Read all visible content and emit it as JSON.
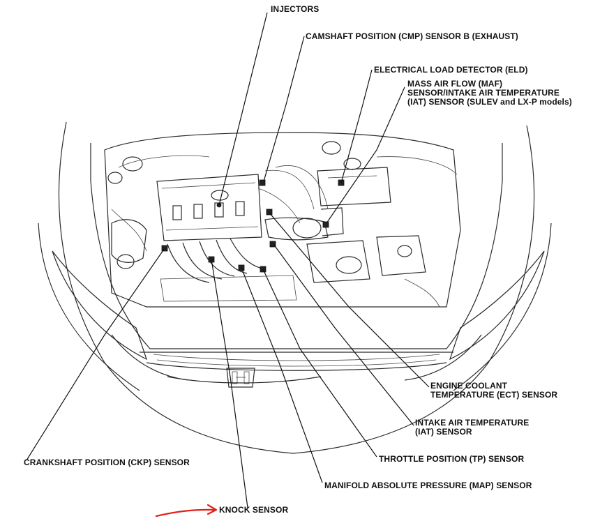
{
  "labels": {
    "injectors": "INJECTORS",
    "cmp": "CAMSHAFT POSITION (CMP) SENSOR B (EXHAUST)",
    "eld": "ELECTRICAL LOAD DETECTOR (ELD)",
    "maf_line1": "MASS AIR FLOW (MAF)",
    "maf_line2": "SENSOR/INTAKE AIR TEMPERATURE",
    "maf_line3": "(IAT) SENSOR (SULEV and LX-P models)",
    "ect_line1": "ENGINE COOLANT",
    "ect_line2": "TEMPERATURE (ECT) SENSOR",
    "iat_line1": "INTAKE AIR TEMPERATURE",
    "iat_line2": "(IAT) SENSOR",
    "tp": "THROTTLE POSITION (TP) SENSOR",
    "map": "MANIFOLD ABSOLUTE PRESSURE (MAP) SENSOR",
    "ckp": "CRANKSHAFT POSITION (CKP) SENSOR",
    "knock": "KNOCK SENSOR"
  },
  "colors": {
    "line_art": "#2a2a2a",
    "annotation_arrow": "#e0201a"
  }
}
